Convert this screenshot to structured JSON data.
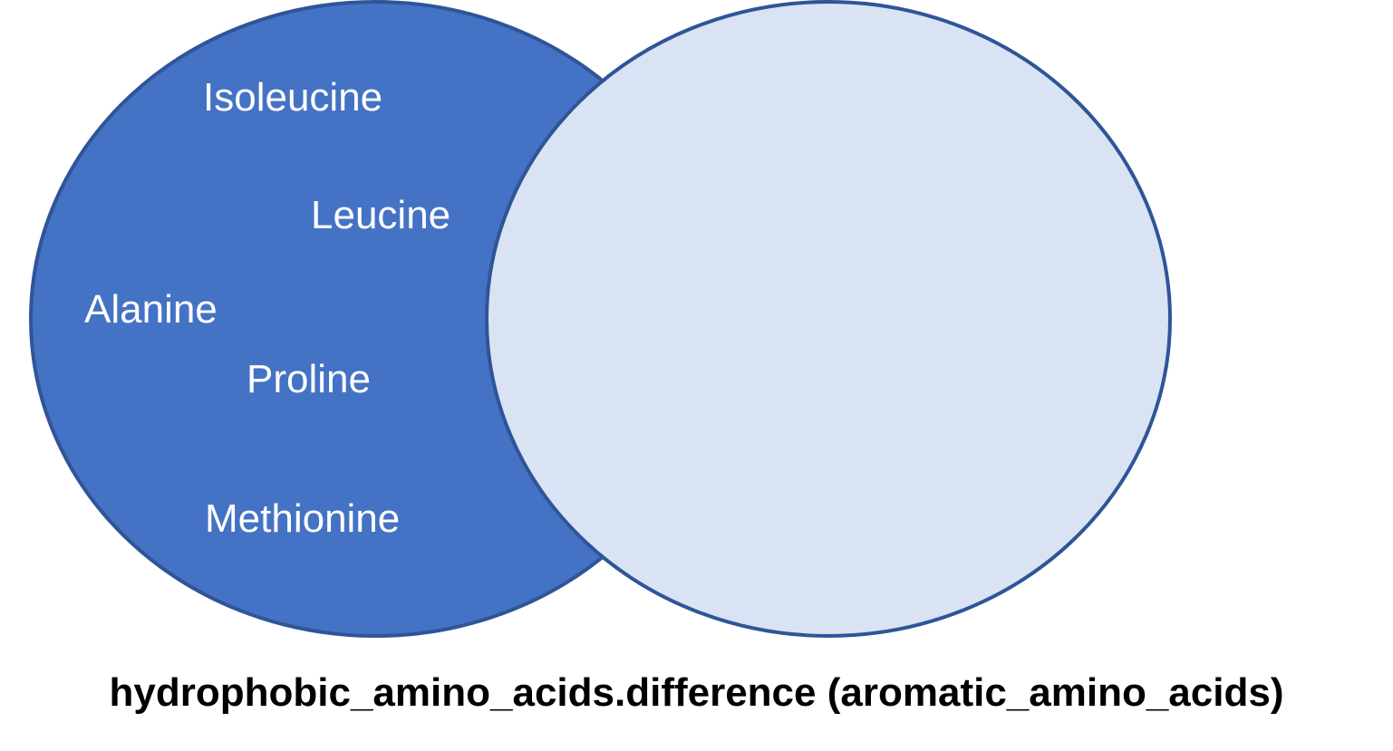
{
  "diagram": {
    "type": "venn-difference",
    "caption": "hydrophobic_amino_acids.difference (aromatic_amino_acids)",
    "left_set": {
      "members": [
        "Isoleucine",
        "Leucine",
        "Alanine",
        "Proline",
        "Methionine"
      ]
    },
    "right_set": {
      "members": []
    },
    "colors": {
      "left_fill": "#4472c4",
      "right_fill": "#dae3f3",
      "stroke": "#2f5597",
      "member_text": "#ffffff",
      "caption_text": "#000000"
    }
  }
}
